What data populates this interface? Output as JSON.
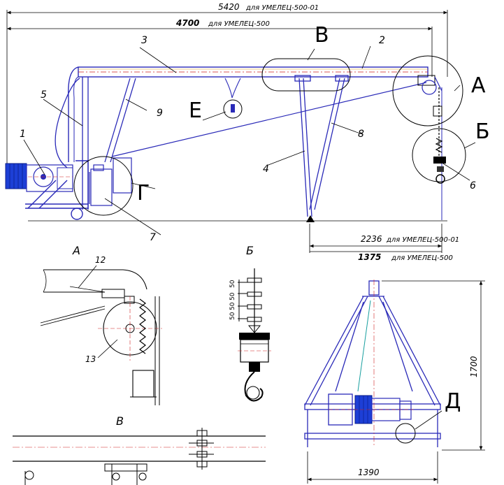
{
  "dimensions": {
    "top_primary": "5420",
    "top_primary_note": "для УМЕЛЕЦ-500-01",
    "top_secondary": "4700",
    "top_secondary_note": "для УМЕЛЕЦ-500",
    "reach_primary": "2236",
    "reach_primary_note": "для УМЕЛЕЦ-500-01",
    "reach_secondary": "1375",
    "reach_secondary_note": "для УМЕЛЕЦ-500",
    "height": "1700",
    "base_width": "1390",
    "detail_b_spacing": [
      "50",
      "50",
      "50",
      "50"
    ]
  },
  "callouts": {
    "part_1": "1",
    "part_2": "2",
    "part_3": "3",
    "part_4": "4",
    "part_5": "5",
    "part_6": "6",
    "part_7": "7",
    "part_8": "8",
    "part_9": "9",
    "part_12": "12",
    "part_13": "13"
  },
  "zones": {
    "A": "А",
    "B_cyr": "Б",
    "V": "В",
    "G": "Г",
    "E": "Е",
    "D": "Д"
  },
  "view_titles": {
    "view_a": "А",
    "view_b": "Б",
    "view_v": "В"
  },
  "colors": {
    "frame_blue": "#2a2ab8",
    "outline_black": "#111111",
    "motor_blue": "#1d3fd6",
    "axis_red": "#d02020",
    "chain_cyan": "#1aa0a0"
  }
}
